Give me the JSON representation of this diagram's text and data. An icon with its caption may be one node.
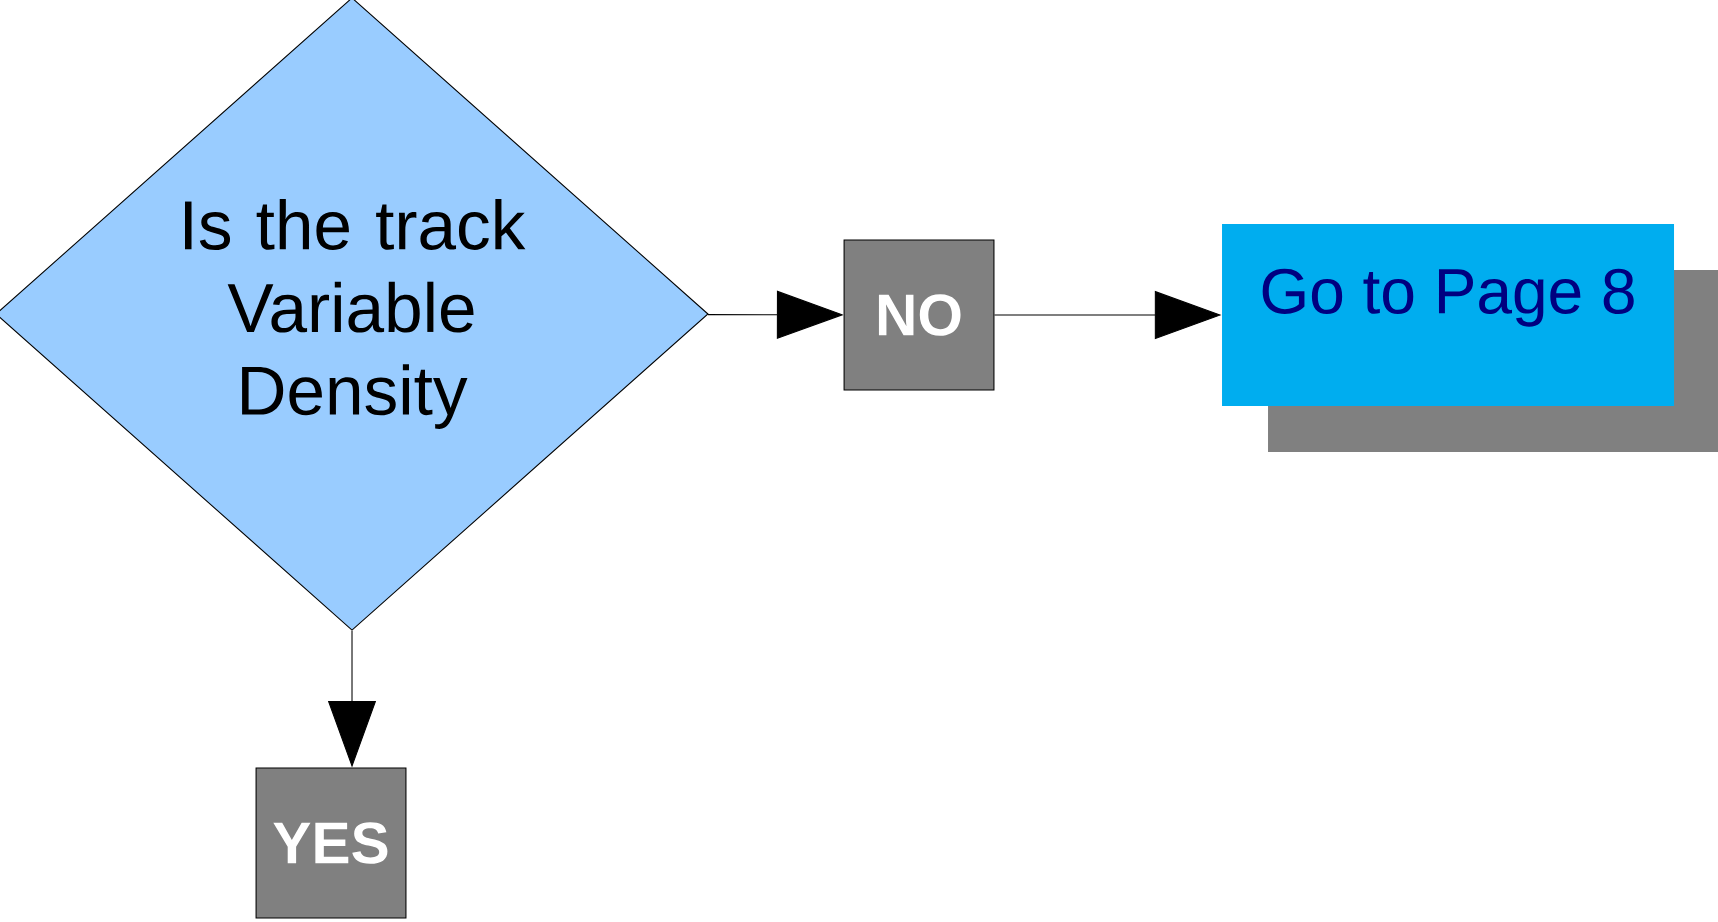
{
  "diagram": {
    "nodes": [
      {
        "text": [
          "Is the track Variable Density"
        ]
      },
      {
        "text": [
          "NO"
        ]
      },
      {
        "text": [
          "Go to Page 8"
        ]
      },
      {
        "text": [
          "YES"
        ]
      }
    ],
    "edges": [
      {
        "from": 0,
        "to": 1,
        "arrow": "to"
      },
      {
        "from": 1,
        "to": 2,
        "arrow": "to"
      },
      {
        "from": 0,
        "to": 3,
        "arrow": "to"
      }
    ]
  }
}
